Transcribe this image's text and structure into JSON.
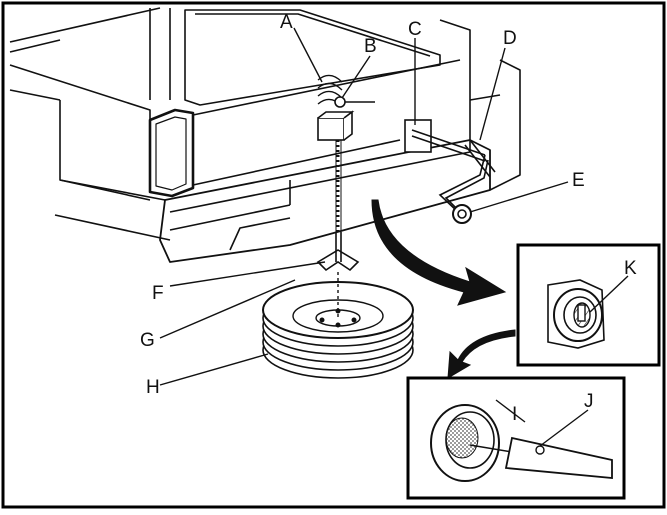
{
  "diagram": {
    "callouts": {
      "A": "A",
      "B": "B",
      "C": "C",
      "D": "D",
      "E": "E",
      "F": "F",
      "G": "G",
      "H": "H",
      "I": "I",
      "J": "J",
      "K": "K"
    },
    "colors": {
      "ink": "#111111",
      "frame": "#000000",
      "background": "#ffffff",
      "shading": "#bbbbbb"
    }
  }
}
